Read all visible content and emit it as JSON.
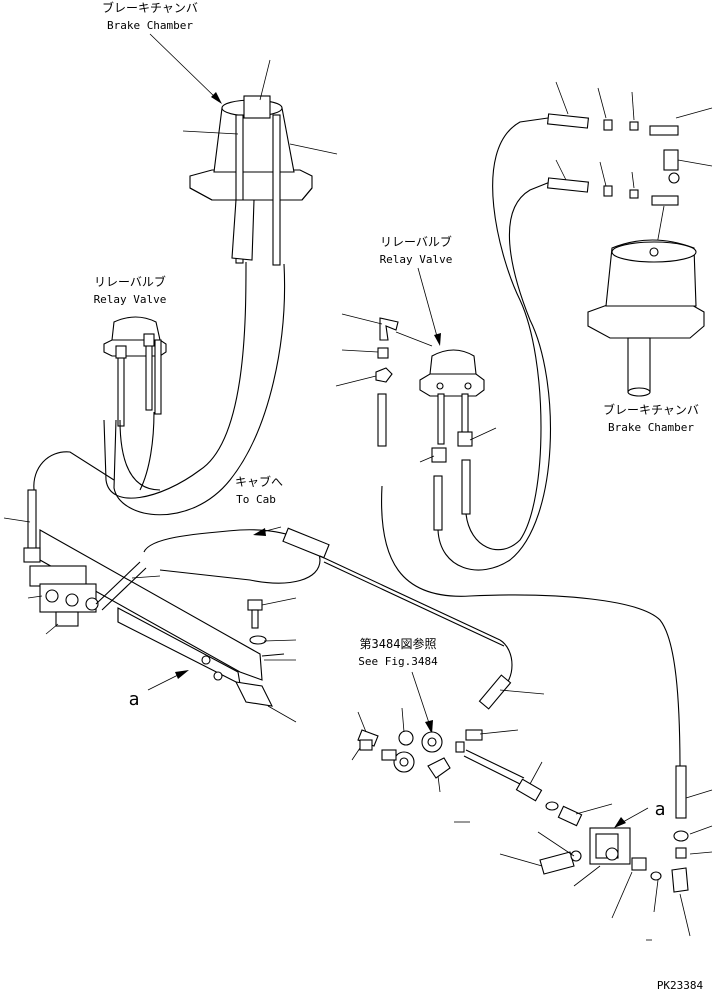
{
  "labels": {
    "brake_chamber_left_jp": "ブレーキチャンバ",
    "brake_chamber_left_en": "Brake Chamber",
    "relay_valve_left_jp": "リレーバルブ",
    "relay_valve_left_en": "Relay Valve",
    "relay_valve_right_jp": "リレーバルブ",
    "relay_valve_right_en": "Relay Valve",
    "brake_chamber_right_jp": "ブレーキチャンバ",
    "brake_chamber_right_en": "Brake Chamber",
    "to_cab_jp": "キャブへ",
    "to_cab_en": "To Cab",
    "see_fig_jp": "第3484図参照",
    "see_fig_en": "See Fig.3484",
    "callout_a_left": "a",
    "callout_a_right": "a",
    "drawing_number": "PK23384"
  }
}
